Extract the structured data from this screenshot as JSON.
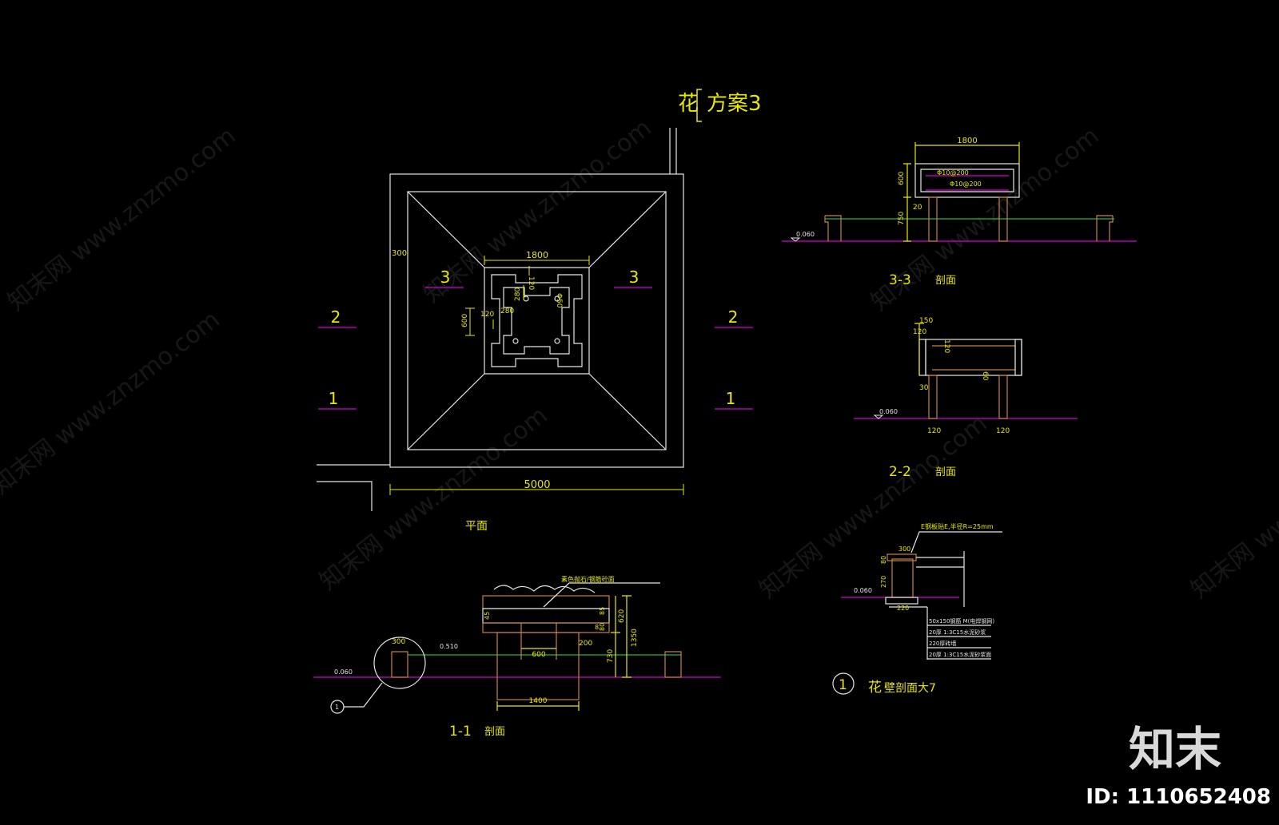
{
  "title": {
    "prefix": "花",
    "name": "方案3"
  },
  "plan": {
    "caption": "平面",
    "dim_overall": "5000",
    "dim_center": "1800",
    "dim_side": "300",
    "dim_wall": "120",
    "dim_a": "280",
    "dim_b": "280",
    "dim_c": "600",
    "dim_d": "120",
    "dim_hole": "Φ50",
    "cut_3": "3",
    "cut_2": "2",
    "cut_1": "1"
  },
  "section_33": {
    "caption_num": "3-3",
    "caption_text": "剖面",
    "dim_top": "1800",
    "dim_h1": "600",
    "dim_h2": "750",
    "dim_h3": "20",
    "rebar_1": "Φ10@200",
    "rebar_2": "Φ10@200",
    "level": "0.060"
  },
  "section_22": {
    "caption_num": "2-2",
    "caption_text": "剖面",
    "dim_150": "150",
    "dim_120a": "120",
    "dim_120b": "120",
    "dim_60": "60",
    "dim_30": "30",
    "dim_bl": "120",
    "dim_br": "120",
    "level": "0.060"
  },
  "section_11": {
    "caption_num": "1-1",
    "caption_text": "剖面",
    "callout_label": "素色抛石/钢筋砼面",
    "dim_300": "300",
    "level_510": "0.510",
    "level_060": "0.060",
    "dim_600": "600",
    "dim_1400": "1400",
    "dim_200": "200",
    "dim_730": "730",
    "dim_620": "620",
    "dim_1350": "1350",
    "dim_45": "45",
    "dim_85": "85",
    "dim_80": "80",
    "dim_x1": "8",
    "detail_marker": "1"
  },
  "detail_1": {
    "number": "1",
    "caption_prefix": "花",
    "caption_text": "壁剖面大7",
    "note_top": "E钢板贴E,半径R=25mm",
    "dim_300": "300",
    "dim_80": "80",
    "dim_270": "270",
    "dim_220": "220",
    "level": "0.060",
    "layer_1": "50x150钢筋 M(电焊钢网)",
    "layer_2": "20厚 1:3C15水泥砂浆",
    "layer_3": "220厚砖墙",
    "layer_4": "20厚 1:3C15水泥砂浆面"
  },
  "watermark": {
    "site": "知末网 www.znzmo.com",
    "logo": "知末",
    "id_text": "ID: 1110652408"
  },
  "colors": {
    "background": "#000000",
    "line_white": "#e6e6e6",
    "dim_yellow": "#e8e800",
    "ground_magenta": "#d400d4",
    "grass_green": "#2fb52f",
    "wall_orange": "#c8823c"
  }
}
